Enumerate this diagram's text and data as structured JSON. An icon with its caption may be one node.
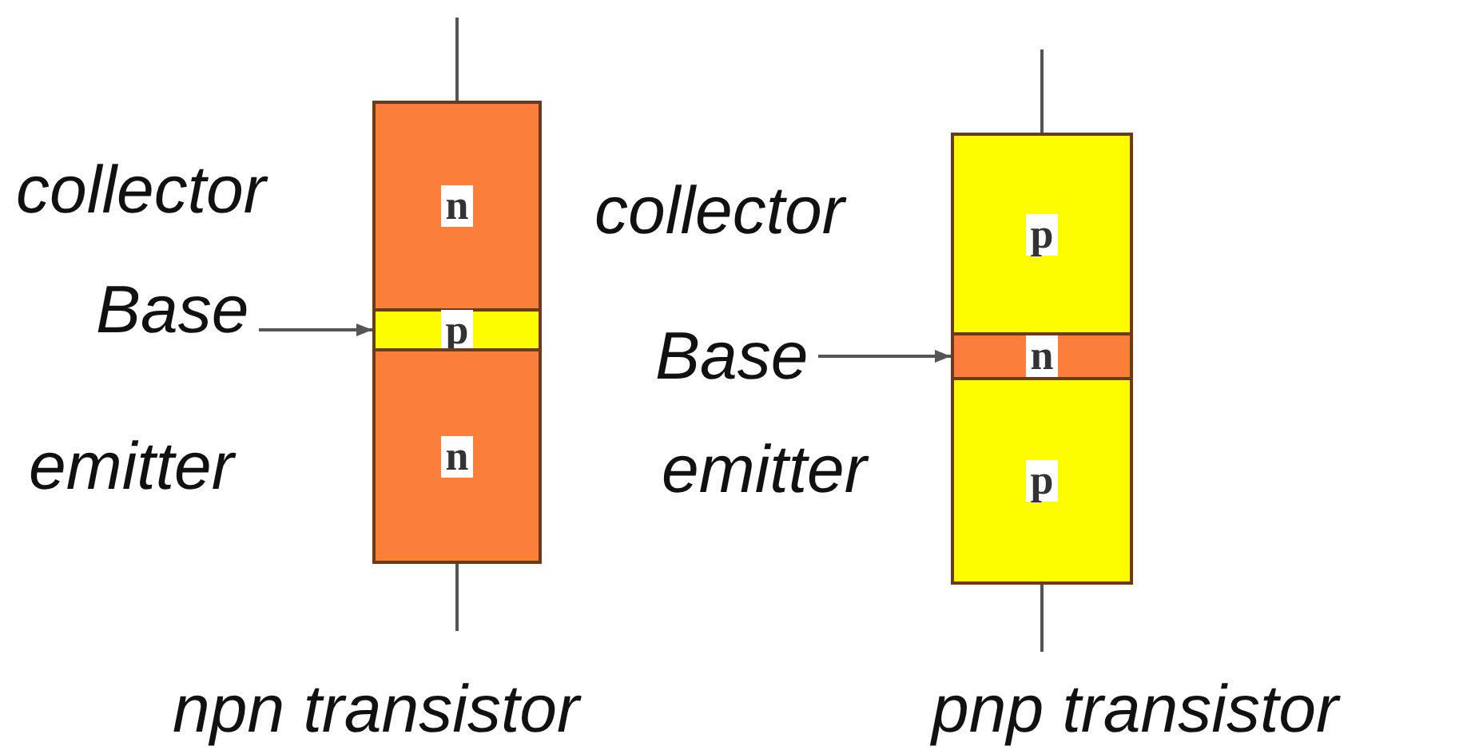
{
  "diagram": {
    "nodes": [
      {
        "text": [
          "n"
        ]
      },
      {
        "text": [
          "p"
        ]
      },
      {
        "text": [
          "n"
        ]
      },
      {
        "text": [
          "Base"
        ]
      },
      {
        "text": [
          "p"
        ]
      },
      {
        "text": [
          "n"
        ]
      },
      {
        "text": [
          "p"
        ]
      },
      {
        "text": [
          "Base"
        ]
      }
    ],
    "edges": [
      {
        "from": null,
        "to": 0,
        "arrow": "none"
      },
      {
        "from": 3,
        "to": 1,
        "arrow": "to"
      },
      {
        "from": 2,
        "to": null,
        "arrow": "none"
      },
      {
        "from": null,
        "to": 4,
        "arrow": "none"
      },
      {
        "from": 7,
        "to": 5,
        "arrow": "to"
      },
      {
        "from": 6,
        "to": null,
        "arrow": "none"
      }
    ],
    "labels": [
      "collector",
      "collector",
      "emitter",
      "emitter",
      "npn transistor",
      "pnp transistor"
    ]
  }
}
